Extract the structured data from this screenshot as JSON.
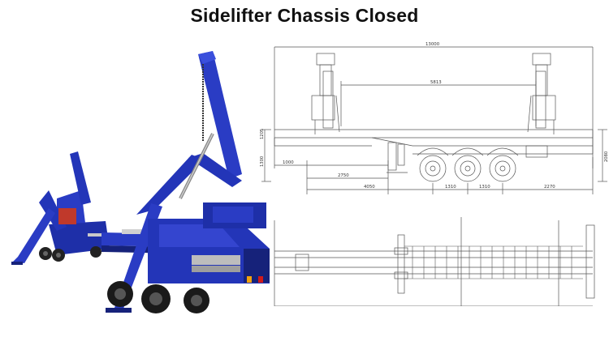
{
  "title": "Sidelifter Chassis Closed",
  "colors": {
    "body_blue": "#2335b8",
    "dark_blue": "#16227a",
    "line": "#555555"
  },
  "side_view": {
    "dim_overall": "13000",
    "dim_crane_span": "5813",
    "dim_front_lower": "1000",
    "dim_neck": "2750",
    "dim_kingpin_axle": "4050",
    "dim_axle_1": "1310",
    "dim_axle_2": "1310",
    "dim_rear_overhang": "2270",
    "dim_height_left_top": "1205",
    "dim_height_left_bot": "1300",
    "dim_height_right": "2080"
  }
}
